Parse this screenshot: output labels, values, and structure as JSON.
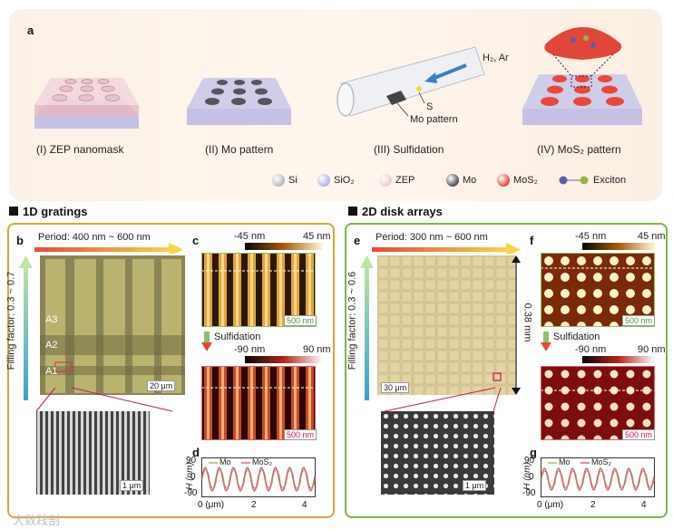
{
  "panel_a": {
    "letter": "a",
    "steps": [
      "(I) ZEP nanomask",
      "(II) Mo pattern",
      "(III) Sulfidation",
      "(IV) MoS₂ pattern"
    ],
    "tube_gas_label": "H₂, Ar",
    "tube_s_label": "S",
    "tube_mo_label": "Mo pattern",
    "legend": [
      {
        "label": "Si",
        "color": "#b9b9b9"
      },
      {
        "label": "SiO₂",
        "color": "#b7b2e6"
      },
      {
        "label": "ZEP",
        "color": "#f1c9d0"
      },
      {
        "label": "Mo",
        "color": "#4e4e55"
      },
      {
        "label": "MoS₂",
        "color": "#e8493c"
      },
      {
        "label": "Exciton",
        "color": "#9bb24a"
      }
    ]
  },
  "section_1d": {
    "title": "1D gratings",
    "b": {
      "letter": "b",
      "period_label": "Period: 400 nm ~ 600 nm",
      "filling_label": "Filling factor: 0.3 ~ 0.7",
      "areas": [
        "A3",
        "A2",
        "A1"
      ],
      "scale_main": "20 μm",
      "scale_zoom": "1 μm"
    },
    "c": {
      "letter": "c",
      "cb1": {
        "min": "-45 nm",
        "max": "45 nm"
      },
      "cb2": {
        "min": "-90 nm",
        "max": "90 nm"
      },
      "sulfidation": "Sulfidation",
      "scale1": "500 nm",
      "scale2": "500 nm"
    },
    "d": {
      "letter": "d",
      "ylabel": "H (nm)",
      "yticks": [
        "90",
        "0",
        "-90"
      ],
      "xticks": [
        "0 (μm)",
        "2",
        "4"
      ],
      "legend": [
        "Mo",
        "MoS₂"
      ]
    }
  },
  "section_2d": {
    "title": "2D disk arrays",
    "e": {
      "letter": "e",
      "period_label": "Period: 300 nm ~ 600 nm",
      "filling_label": "Filling factor: 0.3 ~ 0.6",
      "size_label": "0.38 mm",
      "scale_main": "30 μm",
      "scale_zoom": "1 μm"
    },
    "f": {
      "letter": "f",
      "cb1": {
        "min": "-45 nm",
        "max": "45 nm"
      },
      "cb2": {
        "min": "-90 nm",
        "max": "90 nm"
      },
      "sulfidation": "Sulfidation",
      "scale1": "500 nm",
      "scale2": "500 nm"
    },
    "g": {
      "letter": "g",
      "ylabel": "H (nm)",
      "yticks": [
        "90",
        "0",
        "-90"
      ],
      "xticks": [
        "0 (μm)",
        "2",
        "4"
      ],
      "legend": [
        "Mo",
        "MoS₂"
      ]
    }
  },
  "watermark": "大数践剖"
}
